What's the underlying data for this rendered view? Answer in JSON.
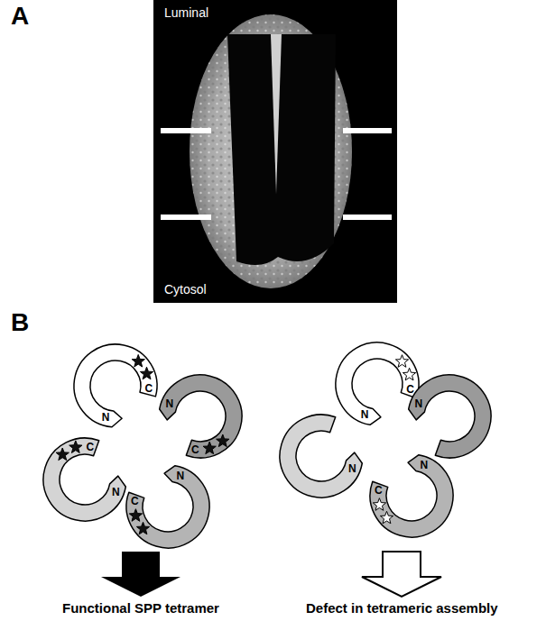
{
  "diagram": {
    "nodes": [
      {
        "text": [
          "C",
          "N"
        ]
      },
      {
        "text": [
          "C",
          "N"
        ]
      },
      {
        "text": [
          "C",
          "N"
        ]
      },
      {
        "text": [
          "C",
          "N"
        ]
      },
      {
        "text": [
          "C",
          "N"
        ]
      },
      {
        "text": [
          "N"
        ]
      },
      {
        "text": [
          "N"
        ]
      },
      {
        "text": [
          "N",
          "C"
        ]
      }
    ],
    "labels": [
      "A",
      "Luminal",
      "Cytosol",
      "B",
      "Functional SPP tetramer",
      "Defect in tetrameric assembly"
    ]
  }
}
